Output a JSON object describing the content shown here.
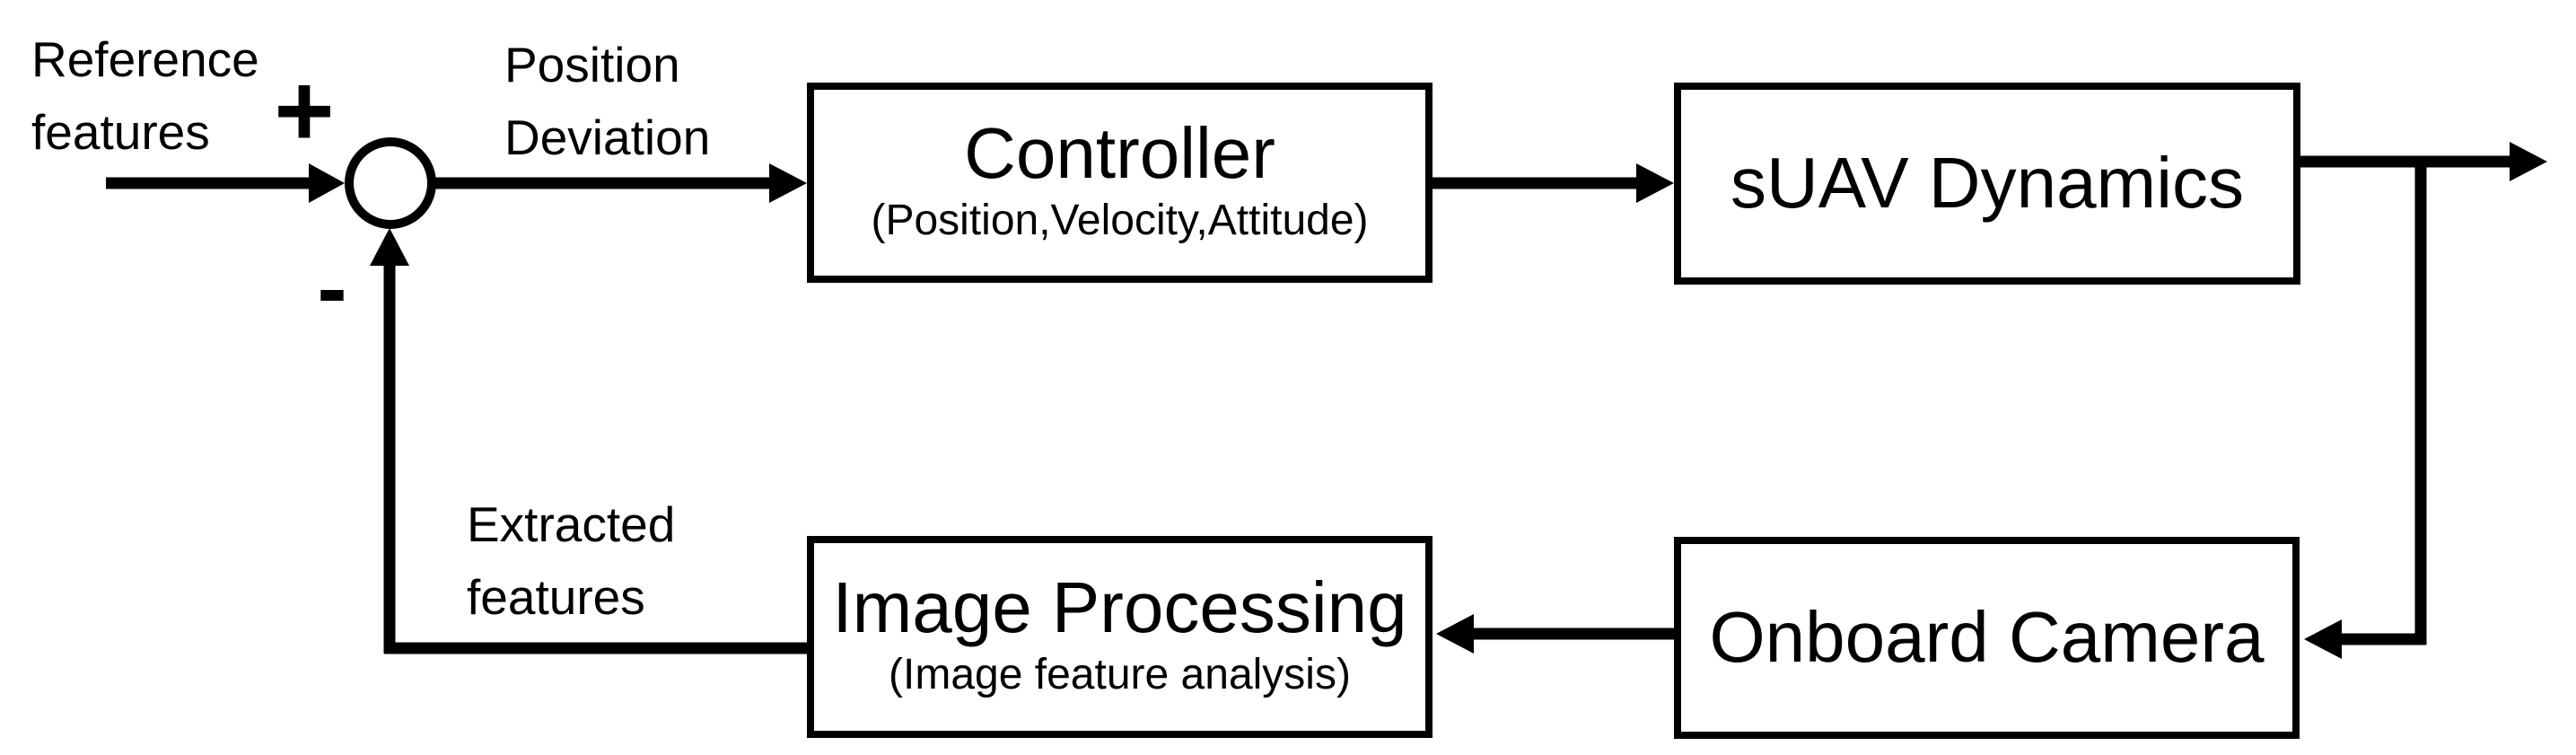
{
  "diagram": {
    "background": "#ffffff",
    "line_color": "#000000",
    "box_fill": "#ffffff",
    "labels": {
      "reference_features_line1": "Reference",
      "reference_features_line2": "features",
      "position_deviation_line1": "Position",
      "position_deviation_line2": "Deviation",
      "extracted_features_line1": "Extracted",
      "extracted_features_line2": "features",
      "sum_plus": "+",
      "sum_minus": "-"
    },
    "blocks": {
      "controller": {
        "title": "Controller",
        "subtitle": "(Position,Velocity,Attitude)"
      },
      "suav_dynamics": {
        "title": "sUAV Dynamics"
      },
      "image_processing": {
        "title": "Image Processing",
        "subtitle": "(Image feature analysis)"
      },
      "onboard_camera": {
        "title": "Onboard Camera"
      }
    },
    "connections": [
      {
        "from": "reference input",
        "to": "summing junction",
        "sign": "+",
        "label": "Reference features"
      },
      {
        "from": "summing junction",
        "to": "Controller",
        "label": "Position Deviation"
      },
      {
        "from": "Controller",
        "to": "sUAV Dynamics"
      },
      {
        "from": "sUAV Dynamics",
        "to": "system output"
      },
      {
        "from": "sUAV Dynamics output branch",
        "to": "Onboard Camera"
      },
      {
        "from": "Onboard Camera",
        "to": "Image Processing"
      },
      {
        "from": "Image Processing",
        "to": "summing junction",
        "sign": "-",
        "label": "Extracted features"
      }
    ]
  }
}
